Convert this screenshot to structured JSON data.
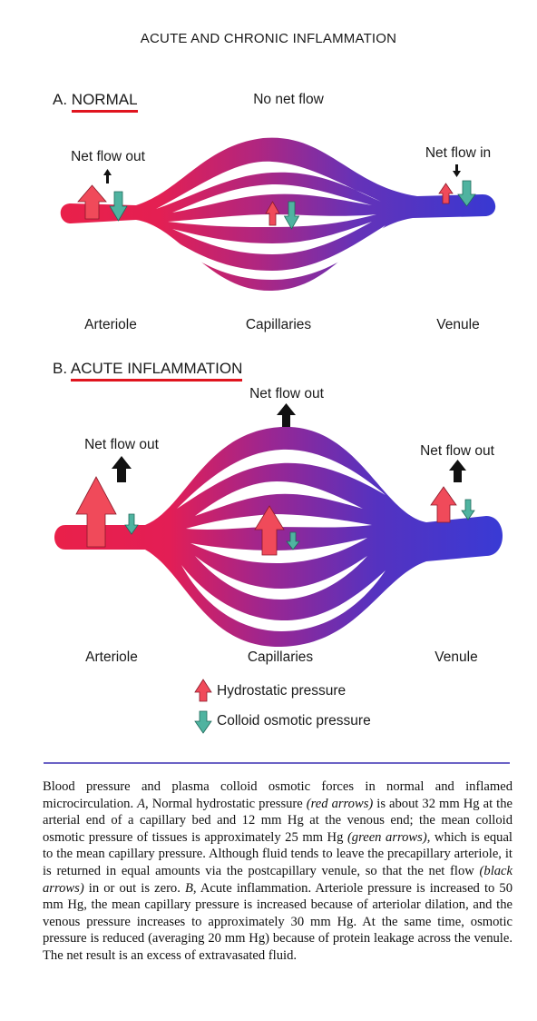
{
  "header": {
    "title": "ACUTE AND CHRONIC INFLAMMATION"
  },
  "panel_a": {
    "letter": "A.",
    "title": "NORMAL",
    "center_flow_label": "No net flow",
    "left_flow_label": "Net flow out",
    "right_flow_label": "Net flow in",
    "arteriole_label": "Arteriole",
    "capillaries_label": "Capillaries",
    "venule_label": "Venule"
  },
  "panel_b": {
    "letter": "B.",
    "title": "ACUTE INFLAMMATION",
    "center_flow_label": "Net flow out",
    "left_flow_label": "Net flow out",
    "right_flow_label": "Net flow out",
    "arteriole_label": "Arteriole",
    "capillaries_label": "Capillaries",
    "venule_label": "Venule"
  },
  "legend": {
    "hydrostatic_label": "Hydrostatic pressure",
    "colloid_label": "Colloid osmotic pressure"
  },
  "colors": {
    "arterial_red": "#e8204a",
    "venous_blue": "#3a3bd1",
    "hydrostatic_arrow": "#f04a5a",
    "colloid_arrow": "#4fb3a0",
    "net_flow_arrow": "#111111",
    "title_underline": "#e0141e",
    "rule": "#6c63c6"
  },
  "caption": {
    "p1": "Blood pressure and plasma colloid osmotic forces in normal and inflamed microcirculation. ",
    "a_letter": "A,",
    "p2": " Normal hydrostatic pressure ",
    "red_arrows": "(red arrows)",
    "p3": " is about 32 mm Hg at the arterial end of a capillary bed and 12 mm Hg at the venous end; the mean colloid osmotic pressure of tissues is approximately 25 mm Hg ",
    "green_arrows": "(green arrows),",
    "p4": " which is equal to the mean capillary pressure. Although fluid tends to leave the precapillary arteriole, it is returned in equal amounts via the postcapillary venule, so that the net flow ",
    "black_arrows": "(black arrows)",
    "p5": " in or out is zero. ",
    "b_letter": "B,",
    "p6": " Acute inflammation. Arteriole pressure is increased to 50 mm Hg, the mean capillary pressure is increased because of arteriolar dilation, and the venous pressure increases to approximately 30 mm Hg. At the same time, osmotic pressure is reduced (averaging 20 mm Hg) because of protein leakage across the venule. The net result is an excess of extravasated fluid."
  }
}
